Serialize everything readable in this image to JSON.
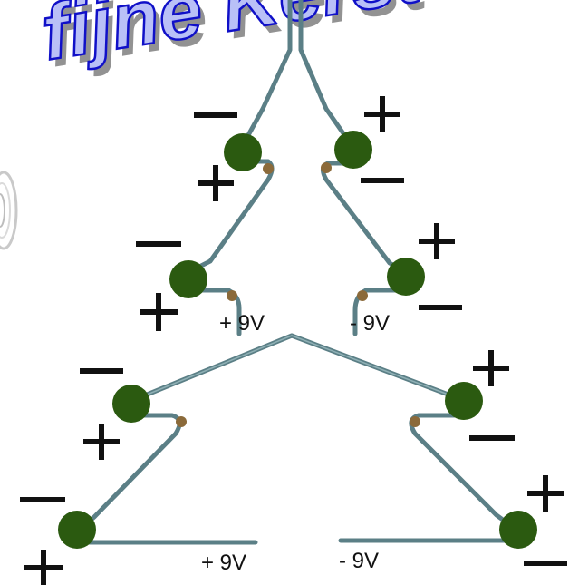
{
  "headline": {
    "text": "fijne Kerst",
    "fill_color": "#b9c0f7",
    "stroke_color": "#1010c8",
    "shadow_color": "#3a3a3a"
  },
  "colors": {
    "wire": "#5b7f86",
    "wire_highlight": "#8fb0b5",
    "led_body": "#2b5a10",
    "led_dot": "#8b6a3a",
    "sign": "#111111"
  },
  "labels": {
    "plus_9v_top": "+ 9V",
    "minus_9v_top": "- 9V",
    "plus_9v_bottom": "+ 9V",
    "minus_9v_bottom": "- 9V",
    "plus_sign": "+",
    "minus_sign": "—"
  },
  "decoration": {
    "left_edge_ornament": "swirl-ornament-icon"
  }
}
